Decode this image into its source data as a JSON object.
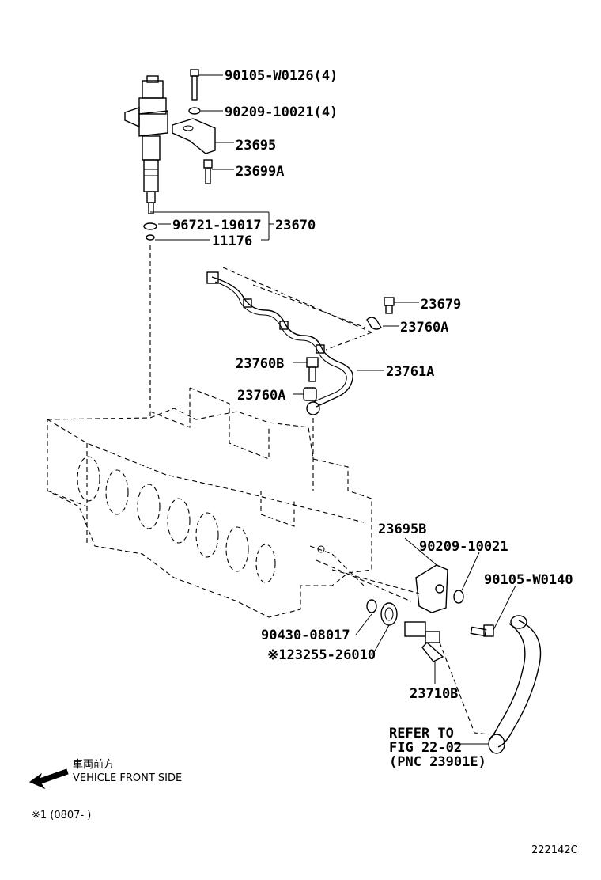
{
  "callouts": {
    "bolt_top": "90105-W0126(4)",
    "washer_top": "90209-10021(4)",
    "clamp": "23695",
    "stud": "23699A",
    "o_ring": "96721-19017",
    "gasket": "11176",
    "injector_assy": "23670",
    "bolt_pipe": "23679",
    "clamp_pipe_upper": "23760A",
    "bolt_pipe_lower": "23760B",
    "clamp_pipe_lower": "23760A",
    "leakage_pipe": "23761A",
    "bracket": "23695B",
    "washer_lower": "90209-10021",
    "bolt_lower": "90105-W0140",
    "gasket_lower": "90430-08017",
    "seal_ring": "※123255-26010",
    "union": "23710B",
    "refer_line1": "REFER TO",
    "refer_line2": "FIG 22-02",
    "refer_line3": "(PNC 23901E)"
  },
  "front_label_jp": "車両前方",
  "front_label_en": "VEHICLE FRONT SIDE",
  "footnote": "※1 (0807-     )",
  "figure_id": "222142C"
}
